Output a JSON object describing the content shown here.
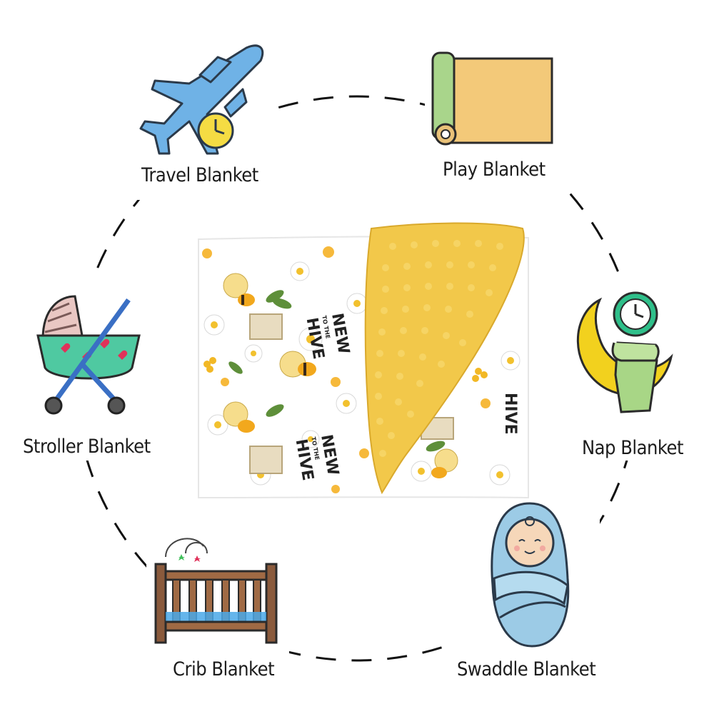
{
  "labels": {
    "travel": "Travel Blanket",
    "play": "Play Blanket",
    "stroller": "Stroller Blanket",
    "nap": "Nap Blanket",
    "crib": "Crib Blanket",
    "swaddle": "Swaddle Blanket"
  },
  "blanket_print": {
    "line1": "NEW",
    "line2": "TO THE",
    "line3": "HIVE",
    "edge_text": "HIVE"
  },
  "colors": {
    "minky_yellow": "#f2c84a",
    "plane_blue": "#6fb2e6",
    "play_mat": "#f3c979",
    "play_roll": "#a9d58b",
    "crib_wood": "#8a5a3c",
    "swaddle_blue": "#9ccbe6"
  },
  "icons": [
    "airplane-clock-icon",
    "rolled-mat-icon",
    "stroller-icon",
    "moon-clock-icon",
    "crib-mobile-icon",
    "swaddled-baby-icon"
  ]
}
